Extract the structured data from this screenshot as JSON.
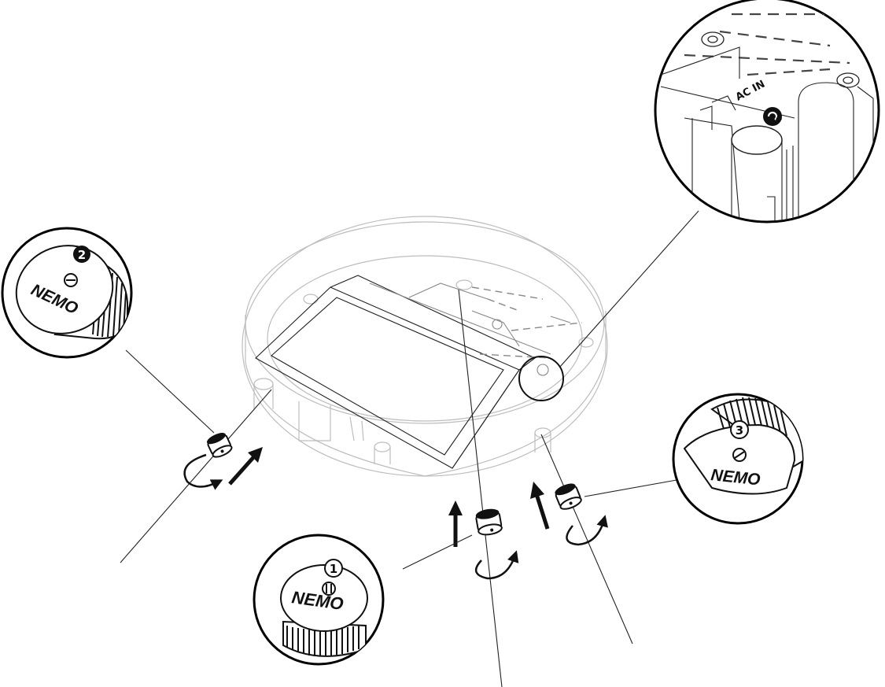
{
  "figure": {
    "brand_text": "NEMO",
    "ac_label": "AC IN",
    "callouts": [
      {
        "id": "screw-1",
        "number": "1",
        "brand": "NEMO"
      },
      {
        "id": "screw-2",
        "number": "2",
        "brand": "NEMO"
      },
      {
        "id": "screw-3",
        "number": "3",
        "brand": "NEMO"
      }
    ],
    "icons": {
      "rotate_arrow": "rotate-clockwise-icon",
      "push_arrow": "arrow-up-icon",
      "ac_symbol": "ac-in-symbol-icon"
    }
  }
}
